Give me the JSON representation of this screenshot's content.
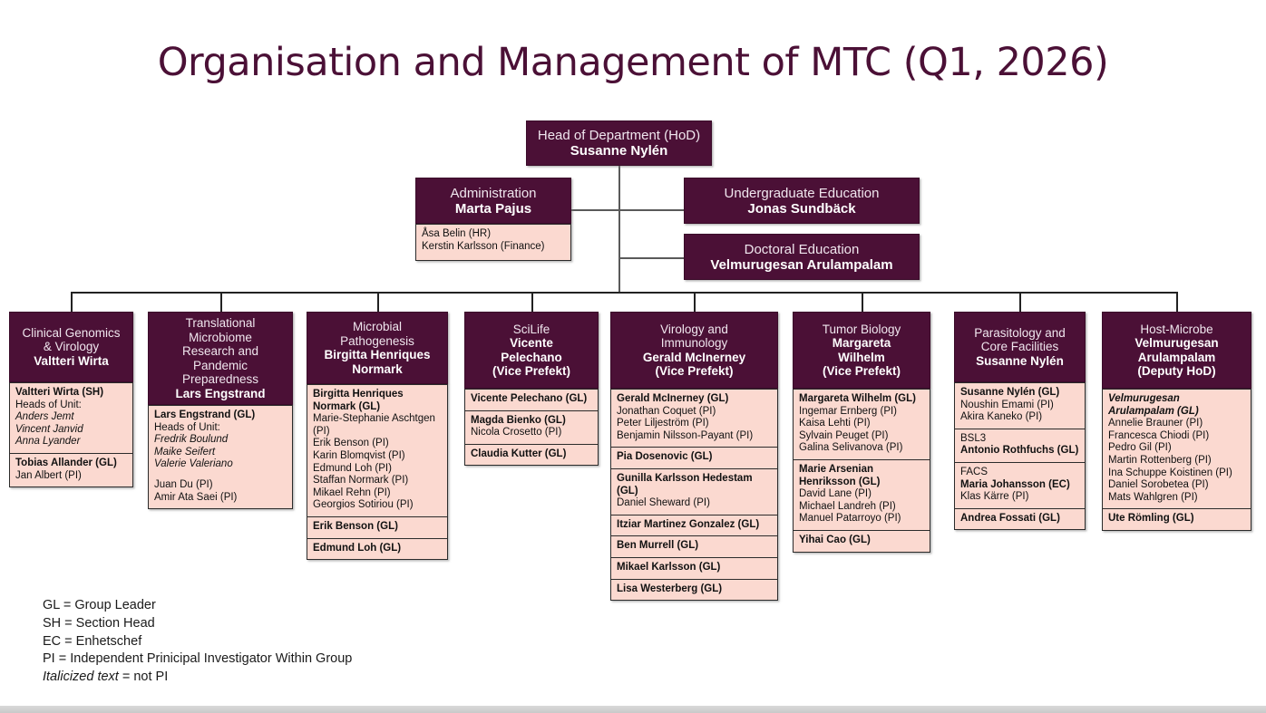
{
  "title": "Organisation and Management of MTC (Q1, 2026)",
  "top": {
    "hod": {
      "role": "Head of Department (HoD)",
      "name": "Susanne Nylén"
    },
    "admin": {
      "role": "Administration",
      "name": "Marta Pajus",
      "staff": [
        "Åsa Belin (HR)",
        "Kerstin Karlsson (Finance)"
      ]
    },
    "undergrad": {
      "role": "Undergraduate Education",
      "name": "Jonas Sundbäck"
    },
    "doctoral": {
      "role": "Doctoral  Education",
      "name": "Velmurugesan Arulampalam"
    }
  },
  "columns": [
    {
      "header": {
        "lines": [
          "Clinical Genomics",
          "& Virology"
        ],
        "name": [
          "Valtteri Wirta"
        ]
      },
      "blocks": [
        {
          "lines": [
            {
              "t": "Valtteri Wirta (SH)",
              "s": "b"
            },
            {
              "t": "Heads of Unit:",
              "s": ""
            },
            {
              "t": "Anders Jemt",
              "s": "i"
            },
            {
              "t": "Vincent Janvid",
              "s": "i"
            },
            {
              "t": "Anna Lyander",
              "s": "i"
            }
          ]
        },
        {
          "lines": [
            {
              "t": "Tobias Allander (GL)",
              "s": "b"
            },
            {
              "t": "Jan Albert (PI)",
              "s": ""
            }
          ]
        }
      ]
    },
    {
      "header": {
        "lines": [
          "Translational",
          "Microbiome",
          "Research and",
          "Pandemic",
          "Preparedness"
        ],
        "name": [
          "Lars Engstrand"
        ]
      },
      "blocks": [
        {
          "lines": [
            {
              "t": "Lars Engstrand (GL)",
              "s": "b"
            },
            {
              "t": "Heads of Unit:",
              "s": ""
            },
            {
              "t": "Fredrik Boulund",
              "s": "i"
            },
            {
              "t": "Maike Seifert",
              "s": "i"
            },
            {
              "t": "Valerie Valeriano",
              "s": "i"
            },
            {
              "t": "",
              "s": "sp"
            },
            {
              "t": "Juan Du (PI)",
              "s": ""
            },
            {
              "t": "Amir Ata Saei (PI)",
              "s": ""
            }
          ]
        }
      ]
    },
    {
      "header": {
        "lines": [
          "Microbial",
          "Pathogenesis"
        ],
        "name": [
          "Birgitta Henriques",
          "Normark"
        ]
      },
      "blocks": [
        {
          "lines": [
            {
              "t": "Birgitta Henriques Normark (GL)",
              "s": "b"
            },
            {
              "t": "Marie-Stephanie Aschtgen (PI)",
              "s": ""
            },
            {
              "t": "Erik Benson (PI)",
              "s": ""
            },
            {
              "t": "Karin Blomqvist (PI)",
              "s": ""
            },
            {
              "t": "Edmund Loh (PI)",
              "s": ""
            },
            {
              "t": "Staffan Normark (PI)",
              "s": ""
            },
            {
              "t": "Mikael Rehn (PI)",
              "s": ""
            },
            {
              "t": "Georgios Sotiriou (PI)",
              "s": ""
            }
          ]
        },
        {
          "lines": [
            {
              "t": "Erik Benson (GL)",
              "s": "b"
            }
          ]
        },
        {
          "lines": [
            {
              "t": "Edmund Loh (GL)",
              "s": "b"
            }
          ]
        }
      ]
    },
    {
      "header": {
        "lines": [
          "SciLife"
        ],
        "name": [
          "Vicente",
          "Pelechano",
          "(Vice Prefekt)"
        ]
      },
      "blocks": [
        {
          "lines": [
            {
              "t": "Vicente Pelechano (GL)",
              "s": "b"
            }
          ]
        },
        {
          "lines": [
            {
              "t": "Magda Bienko (GL)",
              "s": "b"
            },
            {
              "t": "Nicola Crosetto (PI)",
              "s": ""
            }
          ]
        },
        {
          "lines": [
            {
              "t": "Claudia Kutter (GL)",
              "s": "b"
            }
          ]
        }
      ]
    },
    {
      "header": {
        "lines": [
          "Virology and",
          "Immunology"
        ],
        "name": [
          "Gerald McInerney",
          "(Vice Prefekt)"
        ]
      },
      "blocks": [
        {
          "lines": [
            {
              "t": "Gerald McInerney (GL)",
              "s": "b"
            },
            {
              "t": "Jonathan Coquet (PI)",
              "s": ""
            },
            {
              "t": "Peter Liljeström (PI)",
              "s": ""
            },
            {
              "t": "Benjamin Nilsson-Payant (PI)",
              "s": ""
            }
          ]
        },
        {
          "lines": [
            {
              "t": "Pia Dosenovic (GL)",
              "s": "b"
            }
          ]
        },
        {
          "lines": [
            {
              "t": "Gunilla Karlsson Hedestam (GL)",
              "s": "b"
            },
            {
              "t": "Daniel Sheward (PI)",
              "s": ""
            }
          ]
        },
        {
          "lines": [
            {
              "t": "Itziar Martinez Gonzalez (GL)",
              "s": "b"
            }
          ]
        },
        {
          "lines": [
            {
              "t": "Ben Murrell (GL)",
              "s": "b"
            }
          ]
        },
        {
          "lines": [
            {
              "t": "Mikael Karlsson (GL)",
              "s": "b"
            }
          ]
        },
        {
          "lines": [
            {
              "t": "Lisa Westerberg (GL)",
              "s": "b"
            }
          ]
        }
      ]
    },
    {
      "header": {
        "lines": [
          "Tumor Biology"
        ],
        "name": [
          "Margareta",
          "Wilhelm",
          "(Vice Prefekt)"
        ]
      },
      "blocks": [
        {
          "lines": [
            {
              "t": "Margareta Wilhelm (GL)",
              "s": "b"
            },
            {
              "t": "Ingemar Ernberg (PI)",
              "s": ""
            },
            {
              "t": "Kaisa Lehti (PI)",
              "s": ""
            },
            {
              "t": "Sylvain Peuget (PI)",
              "s": ""
            },
            {
              "t": "Galina Selivanova (PI)",
              "s": ""
            }
          ]
        },
        {
          "lines": [
            {
              "t": "Marie Arsenian Henriksson (GL)",
              "s": "b"
            },
            {
              "t": "David Lane (PI)",
              "s": ""
            },
            {
              "t": "Michael Landreh (PI)",
              "s": ""
            },
            {
              "t": "Manuel Patarroyo (PI)",
              "s": ""
            }
          ]
        },
        {
          "lines": [
            {
              "t": "Yihai Cao (GL)",
              "s": "b"
            }
          ]
        }
      ]
    },
    {
      "header": {
        "lines": [
          "Parasitology and",
          "Core Facilities"
        ],
        "name": [
          "Susanne Nylén"
        ]
      },
      "blocks": [
        {
          "lines": [
            {
              "t": "Susanne Nylén (GL)",
              "s": "b"
            },
            {
              "t": "Noushin Emami (PI)",
              "s": ""
            },
            {
              "t": "Akira Kaneko (PI)",
              "s": ""
            }
          ]
        },
        {
          "lines": [
            {
              "t": "BSL3",
              "s": ""
            },
            {
              "t": "Antonio Rothfuchs (GL)",
              "s": "b"
            }
          ]
        },
        {
          "lines": [
            {
              "t": "FACS",
              "s": ""
            },
            {
              "t": "Maria Johansson (EC)",
              "s": "b"
            },
            {
              "t": "Klas Kärre (PI)",
              "s": ""
            }
          ]
        },
        {
          "lines": [
            {
              "t": "Andrea Fossati (GL)",
              "s": "b"
            }
          ]
        }
      ]
    },
    {
      "header": {
        "lines": [
          "Host-Microbe"
        ],
        "name": [
          "Velmurugesan",
          "Arulampalam",
          "(Deputy HoD)"
        ]
      },
      "blocks": [
        {
          "lines": [
            {
              "t": "Velmurugesan Arulampalam (GL)",
              "s": "bi"
            },
            {
              "t": "Annelie Brauner (PI)",
              "s": ""
            },
            {
              "t": "Francesca Chiodi (PI)",
              "s": ""
            },
            {
              "t": "Pedro Gil (PI)",
              "s": ""
            },
            {
              "t": "Martin Rottenberg (PI)",
              "s": ""
            },
            {
              "t": "Ina Schuppe Koistinen (PI)",
              "s": ""
            },
            {
              "t": "Daniel Sorobetea (PI)",
              "s": ""
            },
            {
              "t": "Mats Wahlgren (PI)",
              "s": ""
            }
          ]
        },
        {
          "lines": [
            {
              "t": "Ute Römling (GL)",
              "s": "b"
            }
          ]
        }
      ]
    }
  ],
  "legend": [
    "GL = Group Leader",
    "SH = Section Head",
    "EC = Enhetschef",
    "PI = Independent Prinicipal Investigator Within Group"
  ],
  "legend_italic": {
    "em": "Italicized text",
    "rest": " = not PI"
  },
  "colors": {
    "header_bg": "#4B1036",
    "panel_bg": "#FBD9D0",
    "title": "#4B1036",
    "connector": "#5a5a5a"
  }
}
